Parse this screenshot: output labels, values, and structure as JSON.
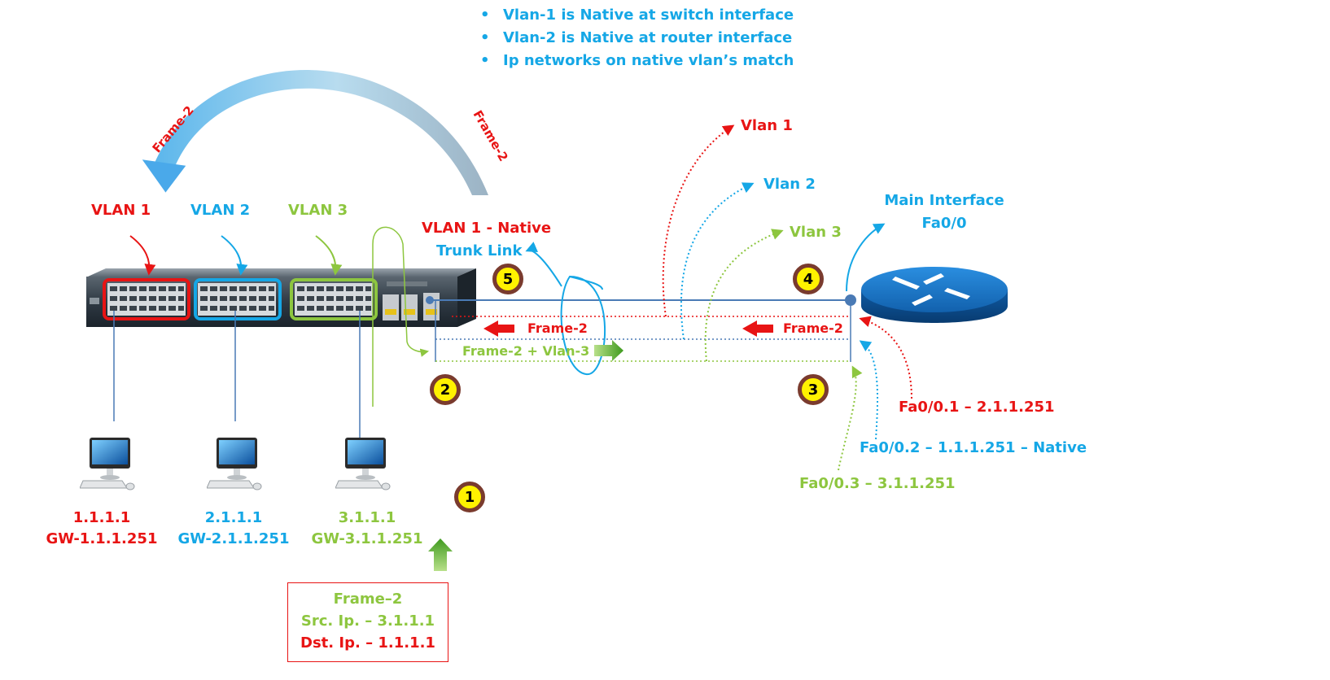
{
  "notes": [
    "Vlan-1 is Native at switch interface",
    "Vlan-2 is Native at router interface",
    "Ip networks on native vlan’s match"
  ],
  "loop_arrow": {
    "left_label": "Frame-2",
    "right_label": "Frame-2"
  },
  "vlan_labels": {
    "vlan1": "VLAN 1",
    "vlan2": "VLAN 2",
    "vlan3": "VLAN 3"
  },
  "trunk": {
    "native_label": "VLAN 1 - Native",
    "trunk_label": "Trunk Link"
  },
  "subint_vlans": {
    "vlan1": "Vlan 1",
    "vlan2": "Vlan 2",
    "vlan3": "Vlan 3"
  },
  "router": {
    "main_interface_label": "Main Interface",
    "main_interface_name": "Fa0/0"
  },
  "frames": {
    "frame_left": "Frame-2",
    "frame_right": "Frame-2",
    "frame_green": "Frame-2 + Vlan-3"
  },
  "steps": [
    "1",
    "2",
    "3",
    "4",
    "5"
  ],
  "subinterfaces": {
    "fa01": "Fa0/0.1 – 2.1.1.251",
    "fa02": "Fa0/0.2 – 1.1.1.251 – Native",
    "fa03": "Fa0/0.3 – 3.1.1.251"
  },
  "hosts": [
    {
      "ip": "1.1.1.1",
      "gw": "GW-1.1.1.251"
    },
    {
      "ip": "2.1.1.1",
      "gw": "GW-2.1.1.251"
    },
    {
      "ip": "3.1.1.1",
      "gw": "GW-3.1.1.251"
    }
  ],
  "frame_box": {
    "title": "Frame–2",
    "src": "Src. Ip. – 3.1.1.1",
    "dst": "Dst. Ip. – 1.1.1.1"
  },
  "colors": {
    "red": "#e81414",
    "blue": "#15a7e6",
    "green": "#8dc63f",
    "badge_fill": "#fff200",
    "badge_ring": "#7a3b2e"
  }
}
